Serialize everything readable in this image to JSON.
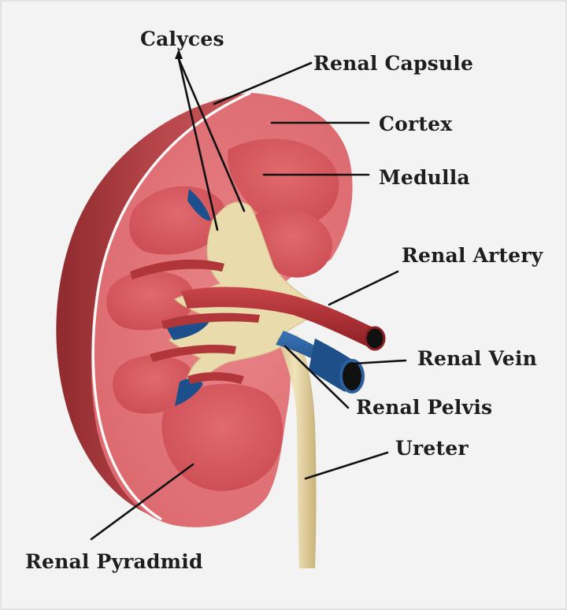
{
  "labels": {
    "calyces": "Calyces",
    "renal_capsule": "Renal Capsule",
    "cortex": "Cortex",
    "medulla": "Medulla",
    "renal_artery": "Renal Artery",
    "renal_vein": "Renal Vein",
    "renal_pelvis": "Renal Pelvis",
    "ureter": "Ureter",
    "renal_pyramid": "Renal Pyradmid"
  },
  "colors": {
    "background": "#f3f3f3",
    "capsule": "#a8363a",
    "cortex": "#e07479",
    "medulla_pyramid": "#d5585d",
    "pelvis": "#e9d9aa",
    "artery": "#a82a2e",
    "vein": "#1d4f8c",
    "label_text": "#1e1e1e"
  }
}
